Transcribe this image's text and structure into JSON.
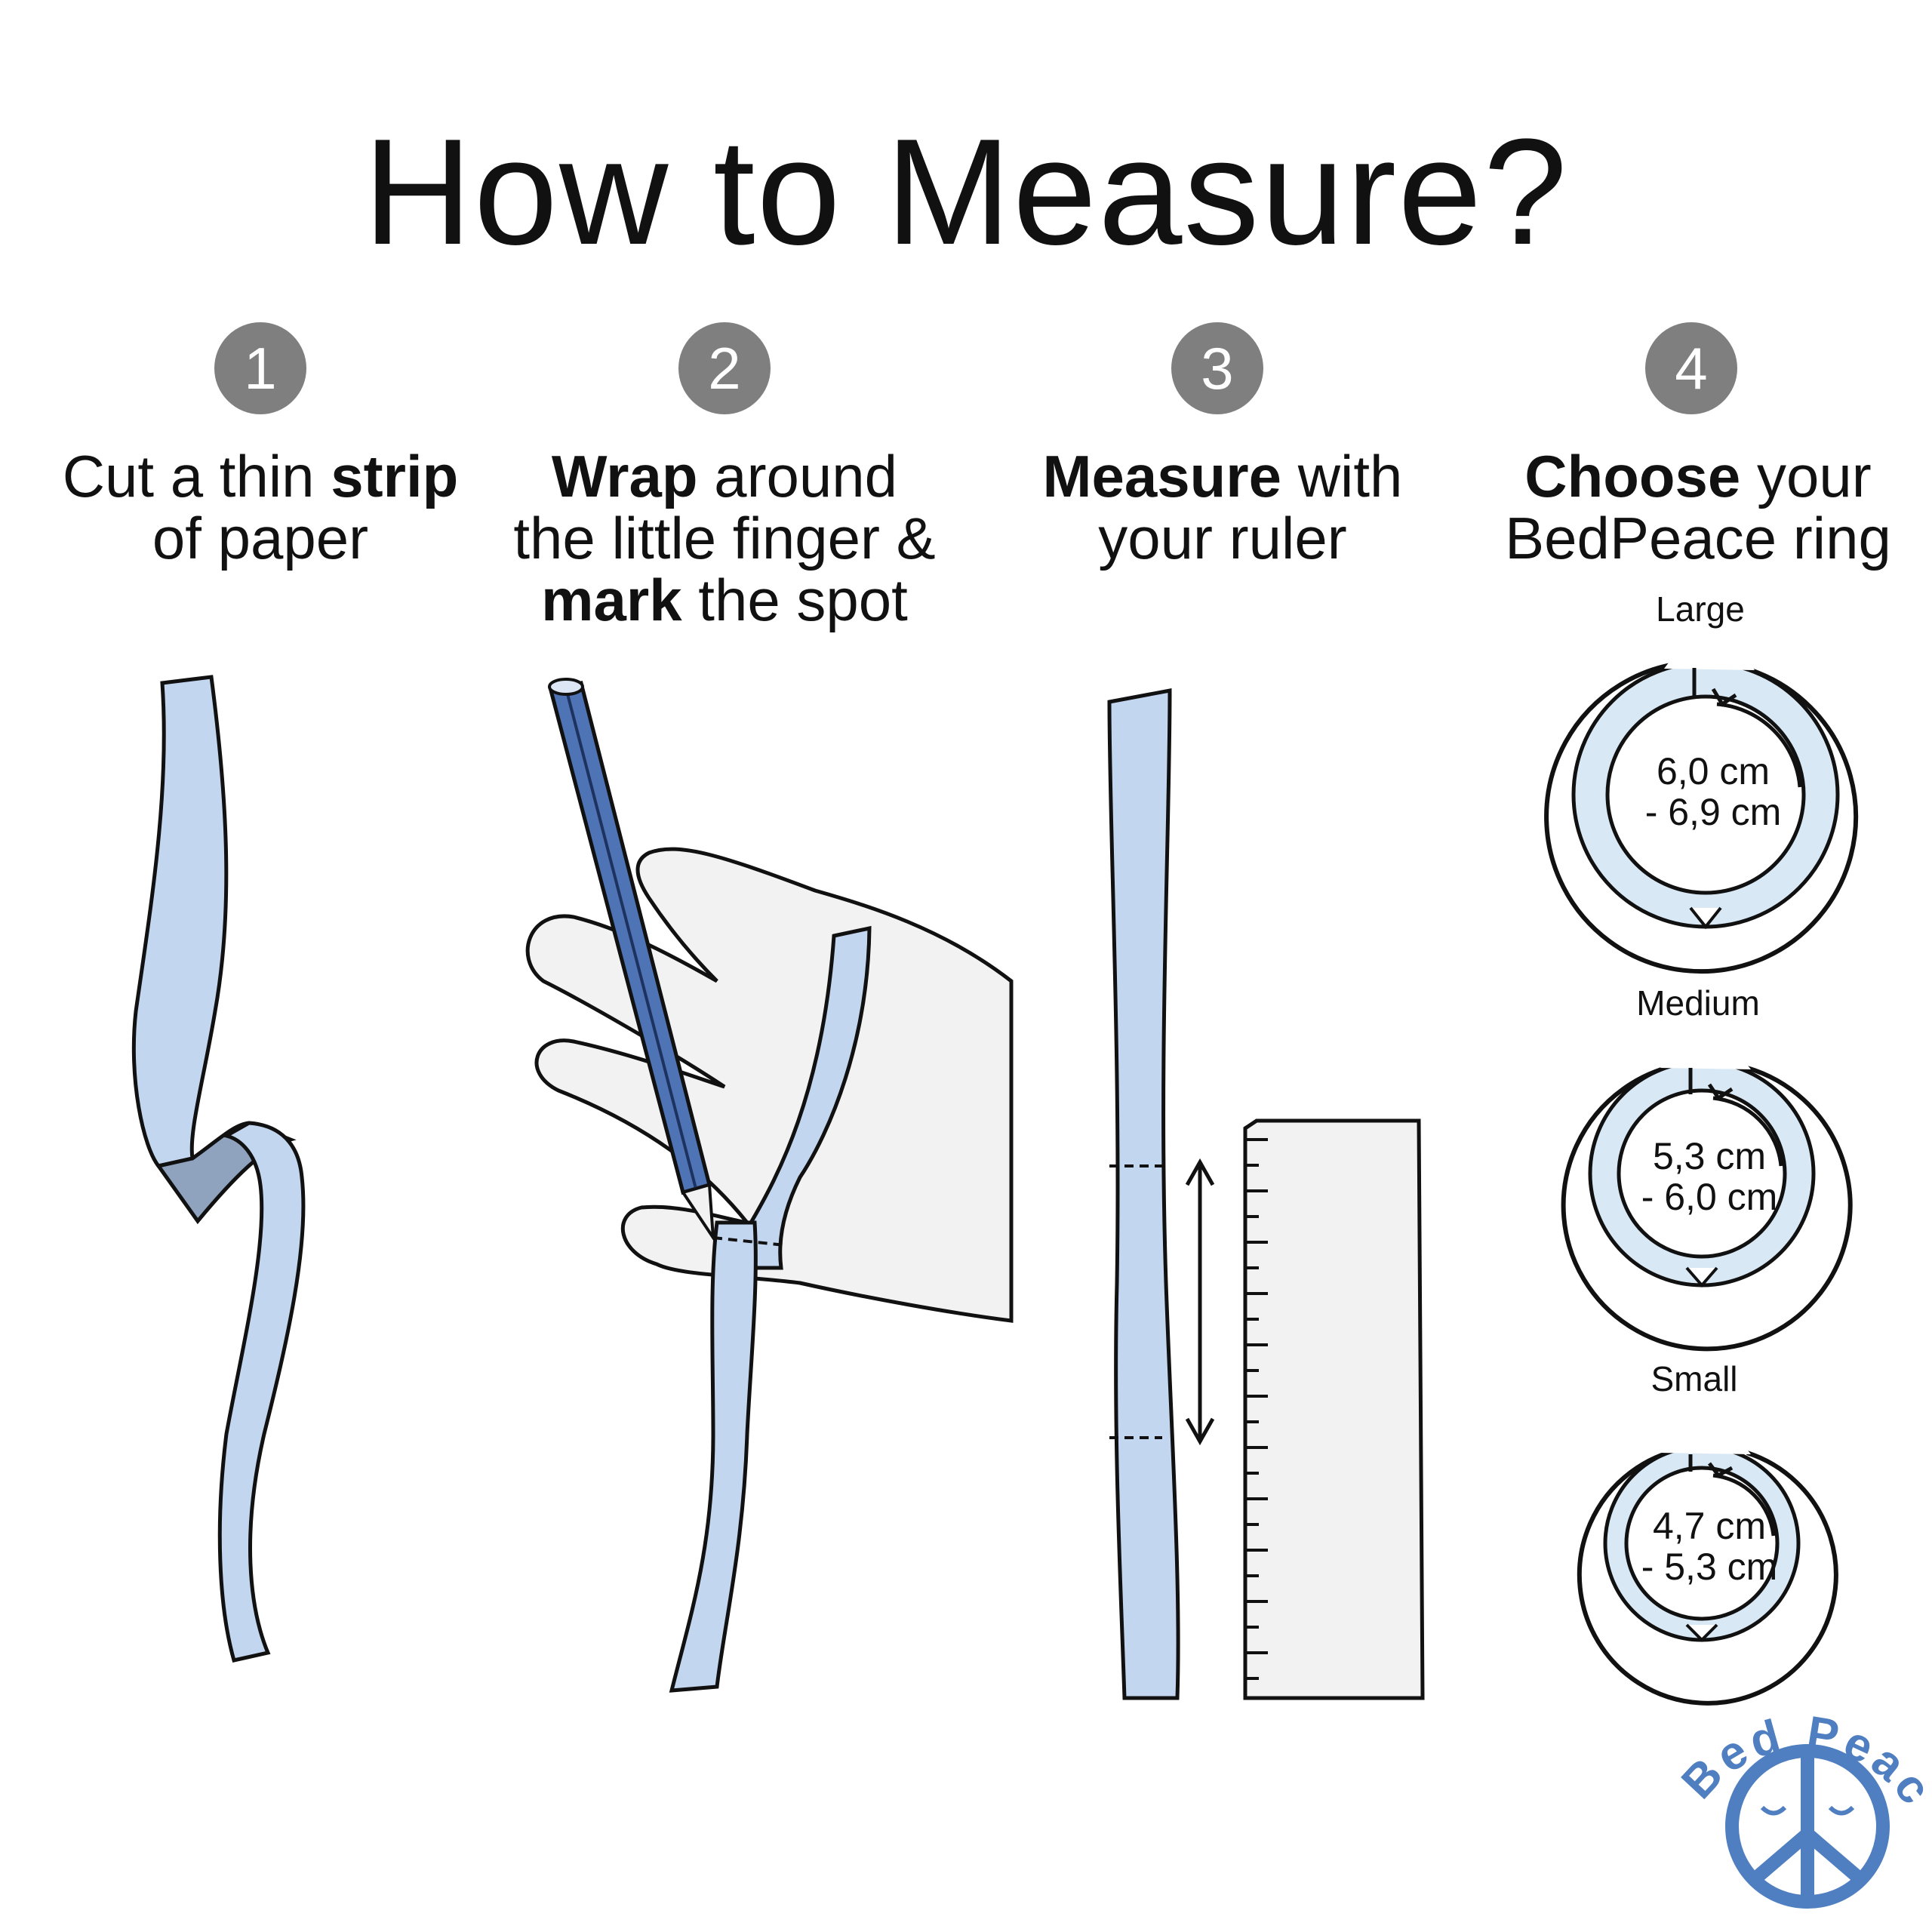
{
  "title": "How to Measure?",
  "steps": [
    {
      "number": "1",
      "parts": [
        {
          "text": "Cut a thin ",
          "bold": false
        },
        {
          "text": "strip",
          "bold": true
        },
        {
          "text": "\nof paper",
          "bold": false
        }
      ]
    },
    {
      "number": "2",
      "parts": [
        {
          "text": "Wrap",
          "bold": true
        },
        {
          "text": " around\nthe little finger &\n",
          "bold": false
        },
        {
          "text": "mark",
          "bold": true
        },
        {
          "text": " the spot",
          "bold": false
        }
      ]
    },
    {
      "number": "3",
      "parts": [
        {
          "text": "Measure",
          "bold": true
        },
        {
          "text": " with\nyour ruler",
          "bold": false
        }
      ]
    },
    {
      "number": "4",
      "parts": [
        {
          "text": "Choose",
          "bold": true
        },
        {
          "text": " your\nBedPeace ring",
          "bold": false
        }
      ]
    }
  ],
  "sizes": [
    {
      "label": "Large",
      "range_line1": "6,0 cm",
      "range_line2": "- 6,9 cm"
    },
    {
      "label": "Medium",
      "range_line1": "5,3 cm",
      "range_line2": "- 6,0 cm"
    },
    {
      "label": "Small",
      "range_line1": "4,7 cm",
      "range_line2": "- 5,3 cm"
    }
  ],
  "logo_text": "Bed Peace",
  "colors": {
    "strip": "#c3d6f0",
    "strip_dark": "#8fa3bf",
    "badge": "#7f7f7f",
    "pencil": "#4e74b5",
    "ring_fill": "#d8e8f5",
    "logo": "#4f7fc0",
    "hand": "#f2f2f2",
    "ruler": "#f2f2f2"
  }
}
